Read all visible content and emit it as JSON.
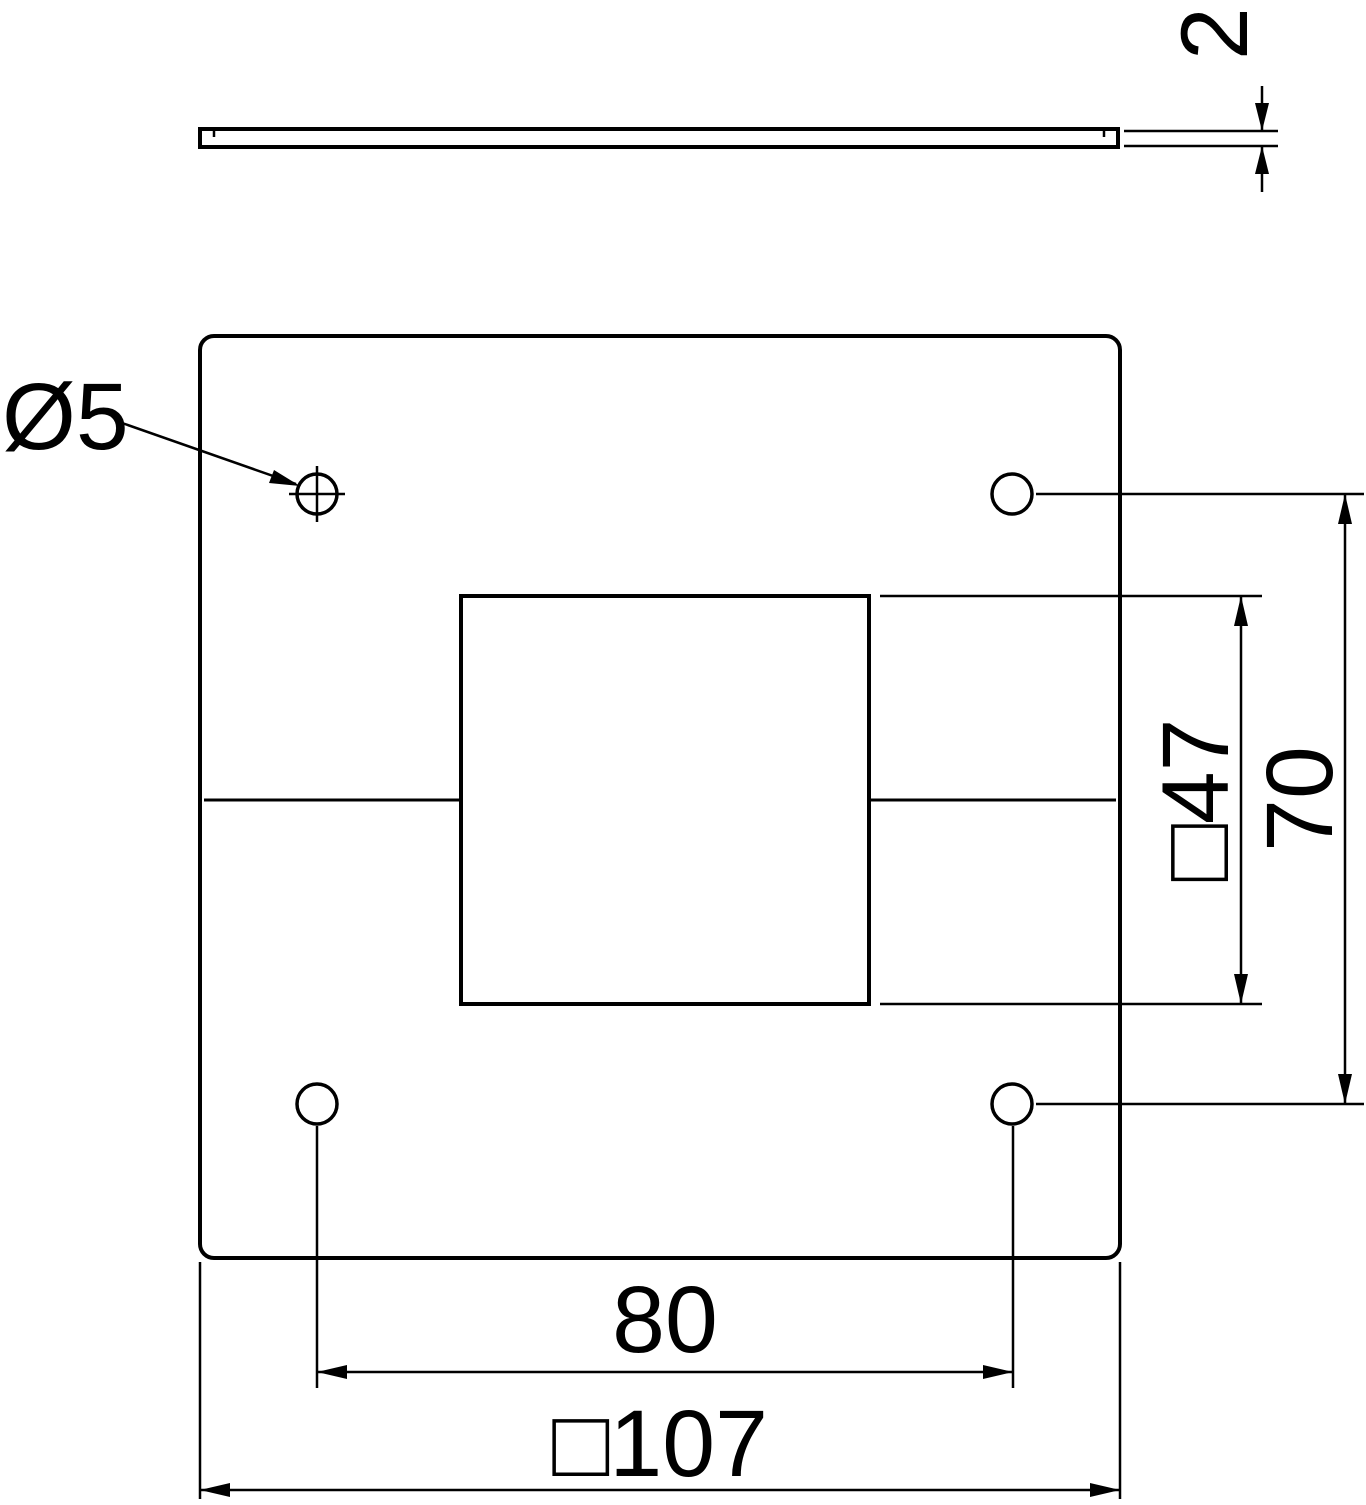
{
  "page": {
    "background_color": "#ffffff",
    "line_color": "#000000"
  },
  "drawing": {
    "labels": {
      "thickness": "2",
      "hole_diameter": "Ø5",
      "cutout_size": "□47",
      "hole_pitch_vertical": "70",
      "hole_pitch_horizontal": "80",
      "plate_size": "□107"
    }
  }
}
